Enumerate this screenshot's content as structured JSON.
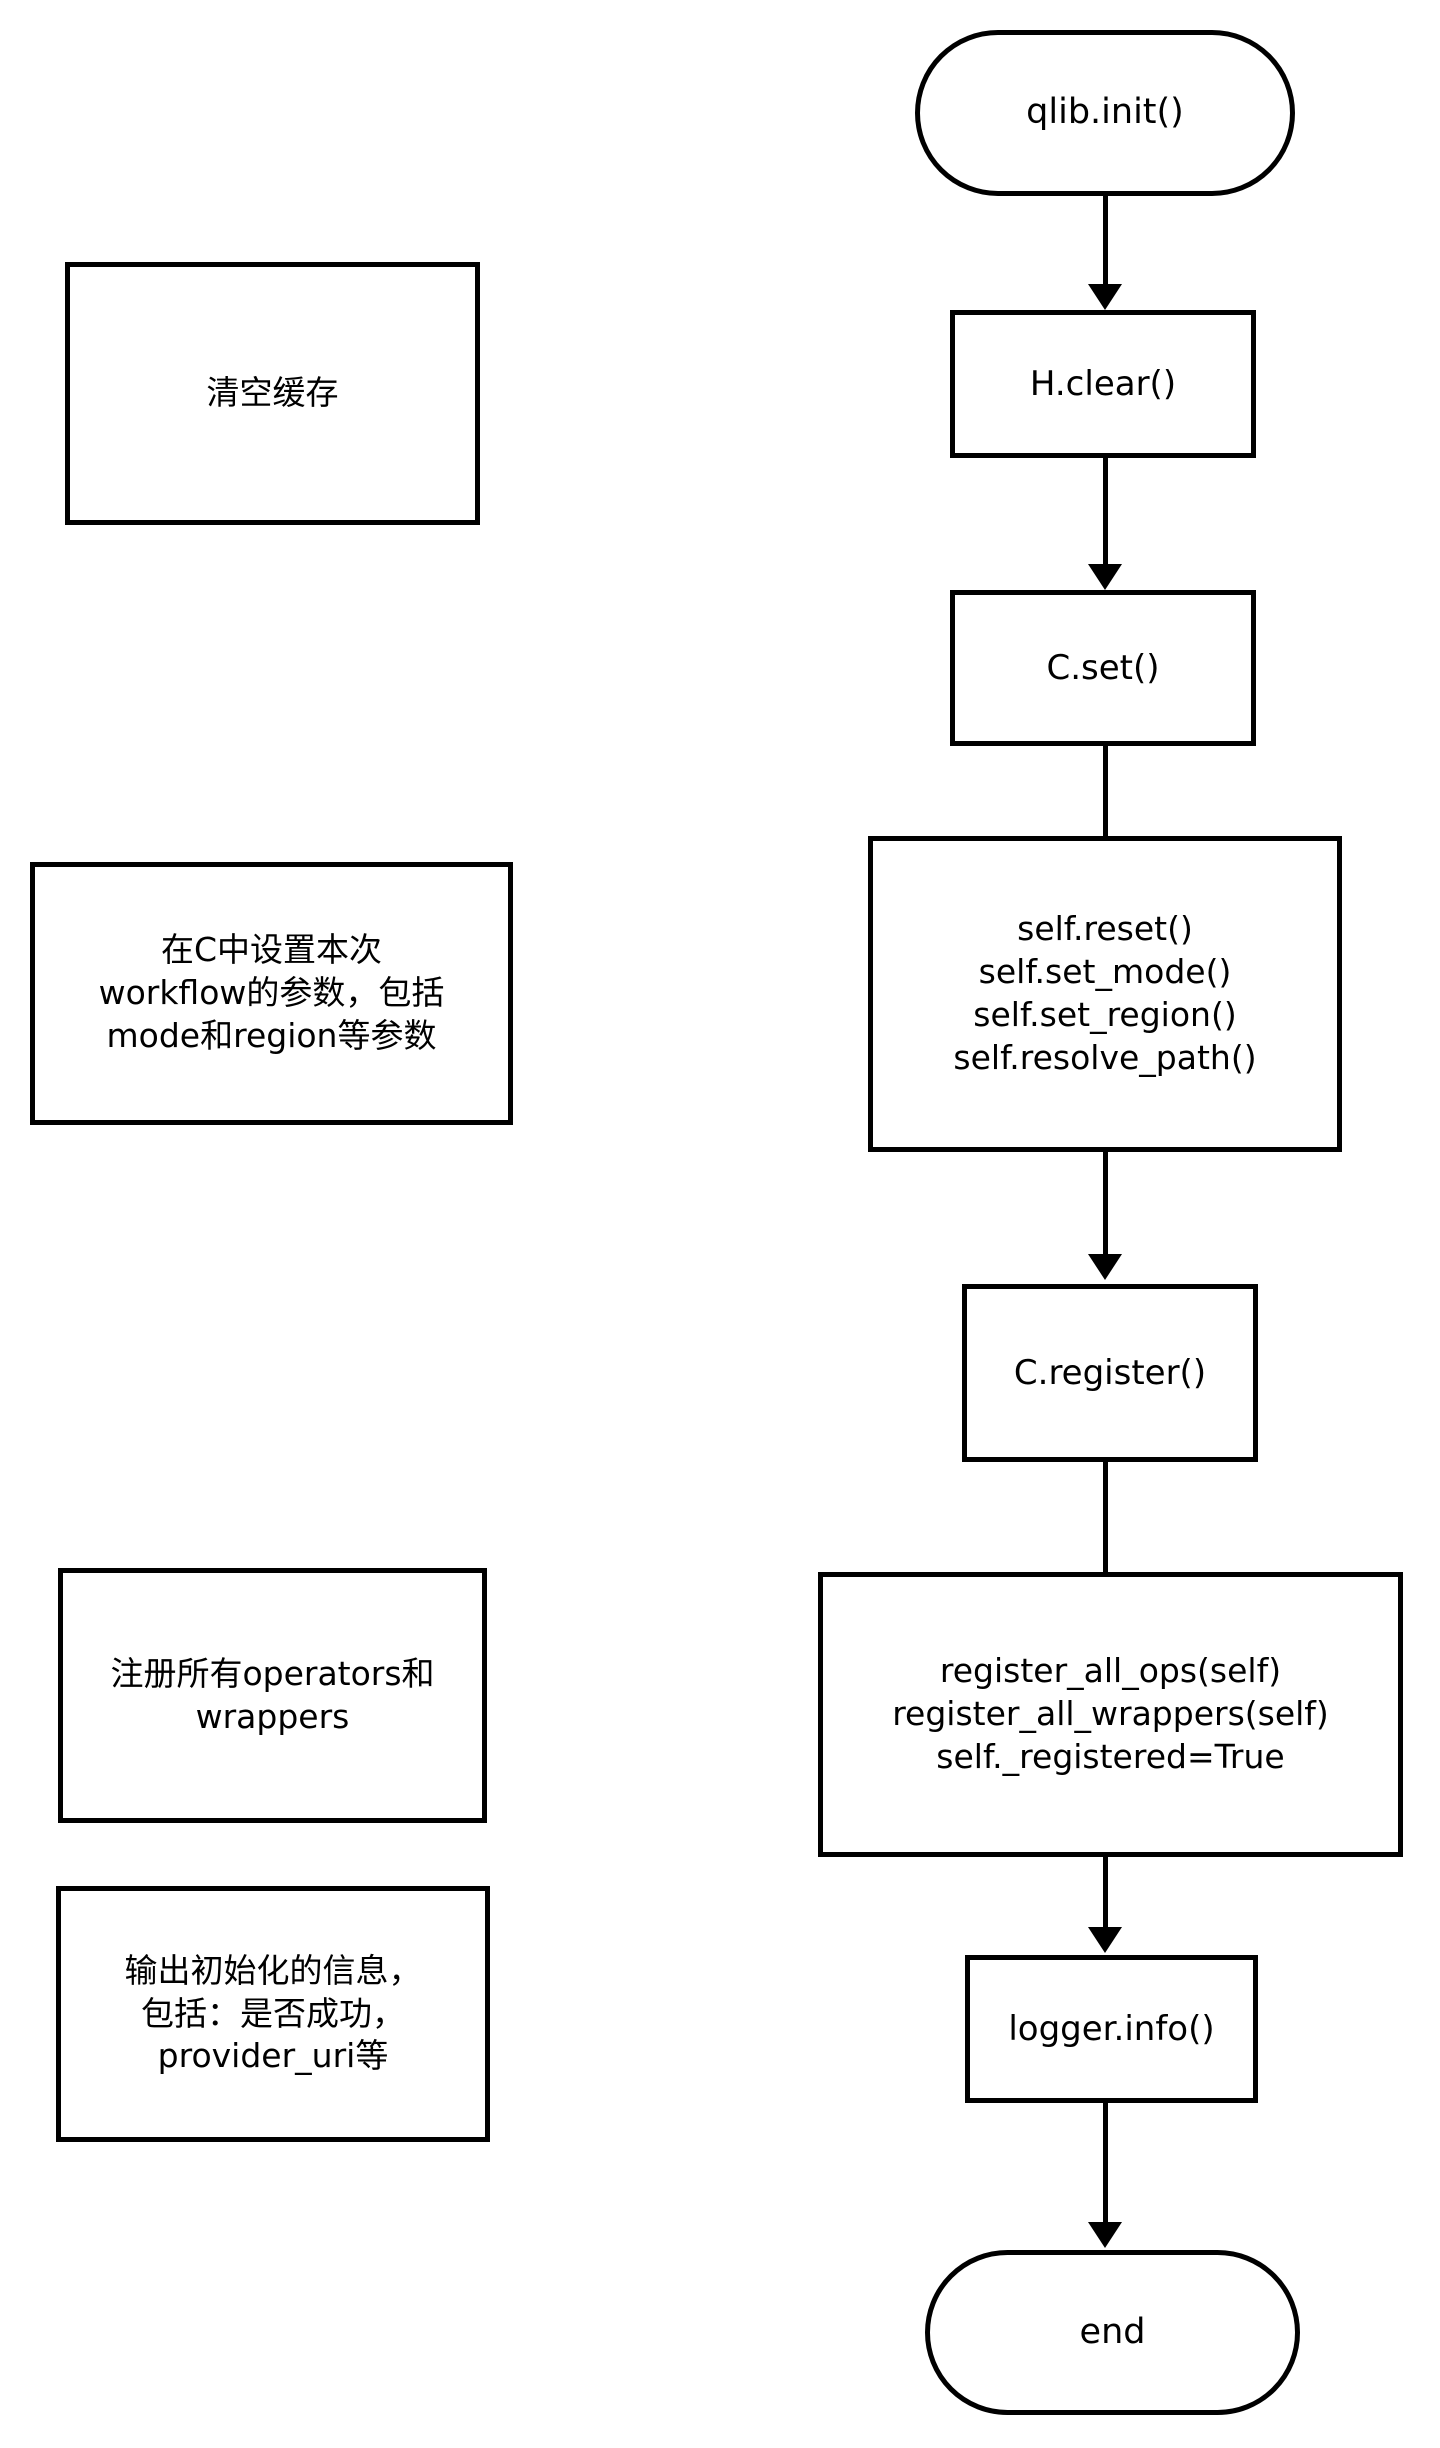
{
  "diagram": {
    "title": "qlib.init() initialization flowchart",
    "background_color": "#ffffff",
    "stroke_color": "#000000",
    "fill_color": "#ffffff"
  },
  "flow": {
    "nodes": [
      {
        "id": "start",
        "shape": "stadium",
        "label": "qlib.init()"
      },
      {
        "id": "h_clear",
        "shape": "rect",
        "label": "H.clear()"
      },
      {
        "id": "c_set",
        "shape": "rect",
        "label": "C.set()"
      },
      {
        "id": "self_config",
        "shape": "rect",
        "label": "self.reset()\nself.set_mode()\nself.set_region()\nself.resolve_path()"
      },
      {
        "id": "c_register",
        "shape": "rect",
        "label": "C.register()"
      },
      {
        "id": "register_all",
        "shape": "rect",
        "label": "register_all_ops(self)\nregister_all_wrappers(self)\nself._registered=True"
      },
      {
        "id": "logger_info",
        "shape": "rect",
        "label": "logger.info()"
      },
      {
        "id": "end",
        "shape": "stadium",
        "label": "end"
      }
    ],
    "edges": [
      {
        "from": "start",
        "to": "h_clear",
        "arrow": true
      },
      {
        "from": "h_clear",
        "to": "c_set",
        "arrow": true
      },
      {
        "from": "c_set",
        "to": "self_config",
        "arrow": false
      },
      {
        "from": "self_config",
        "to": "c_register",
        "arrow": true
      },
      {
        "from": "c_register",
        "to": "register_all",
        "arrow": false
      },
      {
        "from": "register_all",
        "to": "logger_info",
        "arrow": true
      },
      {
        "from": "logger_info",
        "to": "end",
        "arrow": true
      }
    ]
  },
  "annotations": [
    {
      "id": "note_clear",
      "label": "清空缓存"
    },
    {
      "id": "note_config",
      "label": "在C中设置本次\nworkflow的参数，包括\nmode和region等参数"
    },
    {
      "id": "note_register",
      "label": "注册所有operators和\nwrappers"
    },
    {
      "id": "note_logger",
      "label": "输出初始化的信息，\n包括：是否成功，\nprovider_uri等"
    }
  ]
}
